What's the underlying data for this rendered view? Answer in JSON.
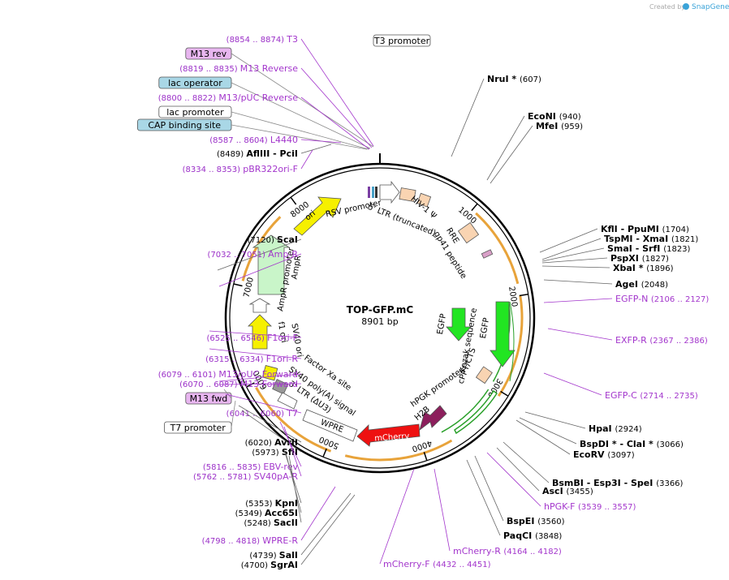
{
  "credit": "Created by",
  "brand": "SnapGene",
  "plasmid": {
    "name": "TOP-GFP.mC",
    "size": "8901 bp"
  },
  "map": {
    "total": 8901,
    "ticks": [
      "1000",
      "2000",
      "3000",
      "4000",
      "5000",
      "6000",
      "7000",
      "8000"
    ]
  },
  "colors": {
    "yellow": "#f6f000",
    "green": "#22e522",
    "red": "#ee1111",
    "magenta": "#8c1f5c",
    "peach": "#f9d4b2",
    "lightgreen": "#c9f5c9",
    "orange": "#e8a33a",
    "primer": "#a336cc"
  },
  "features": [
    {
      "label": "RSV promoter",
      "kind": "box"
    },
    {
      "label": "5' LTR (truncated)",
      "kind": "box"
    },
    {
      "label": "HIV-1 Ψ",
      "kind": "box"
    },
    {
      "label": "RRE",
      "kind": "box"
    },
    {
      "label": "gp41 peptide",
      "kind": "box"
    },
    {
      "label": "EGFP",
      "kind": "arrow"
    },
    {
      "label": "Kozak sequence",
      "kind": "text"
    },
    {
      "label": "EGFP",
      "kind": "arrow"
    },
    {
      "label": "cPPT/CTS",
      "kind": "box"
    },
    {
      "label": "hPGK promoter",
      "kind": "arrow"
    },
    {
      "label": "H2B",
      "kind": "arrow"
    },
    {
      "label": "mCherry",
      "kind": "arrow"
    },
    {
      "label": "WPRE",
      "kind": "box"
    },
    {
      "label": "3' LTR (ΔU3)",
      "kind": "box"
    },
    {
      "label": "SV40 poly(A) signal",
      "kind": "box"
    },
    {
      "label": "Factor Xa site",
      "kind": "text"
    },
    {
      "label": "SV40 ori",
      "kind": "arrow"
    },
    {
      "label": "f1 ori",
      "kind": "arrow"
    },
    {
      "label": "AmpR promoter",
      "kind": "arrow"
    },
    {
      "label": "AmpR",
      "kind": "arrow"
    },
    {
      "label": "ori",
      "kind": "arrow"
    }
  ],
  "left_labels": [
    {
      "range": "(8854 .. 8874)",
      "name": "T3",
      "style": "primer"
    },
    {
      "name": "M13 rev",
      "style": "purplebox"
    },
    {
      "range": "(8819 .. 8835)",
      "name": "M13 Reverse",
      "style": "primer"
    },
    {
      "name": "lac operator",
      "style": "bluebox"
    },
    {
      "range": "(8800 .. 8822)",
      "name": "M13/pUC Reverse",
      "style": "primer"
    },
    {
      "name": "lac promoter",
      "style": "whitebox"
    },
    {
      "name": "CAP binding site",
      "style": "bluebox"
    },
    {
      "range": "(8587 .. 8604)",
      "name": "L4440",
      "style": "primer"
    },
    {
      "range": "(8489)",
      "name": "AflIII - PciI",
      "style": "enzyme"
    },
    {
      "range": "(8334 .. 8353)",
      "name": "pBR322ori-F",
      "style": "primer"
    },
    {
      "range": "(7120)",
      "name": "ScaI",
      "style": "enzyme"
    },
    {
      "range": "(7032 .. 7051)",
      "name": "Amp-R",
      "style": "primer"
    },
    {
      "range": "(6525 .. 6546)",
      "name": "F1ori-F",
      "style": "primer"
    },
    {
      "range": "(6315 .. 6334)",
      "name": "F1ori-R",
      "style": "primer"
    },
    {
      "range": "(6079 .. 6101)",
      "name": "M13/pUC Forward",
      "style": "primer"
    },
    {
      "range": "(6070 .. 6087)",
      "name": "M13 Forward",
      "style": "primer"
    },
    {
      "name": "M13 fwd",
      "style": "purplebox"
    },
    {
      "range": "(6041 .. 6060)",
      "name": "T7",
      "style": "primer"
    },
    {
      "name": "T7 promoter",
      "style": "whitebox"
    },
    {
      "range": "(6020)",
      "name": "AvrII",
      "style": "enzyme"
    },
    {
      "range": "(5973)",
      "name": "SfiI",
      "style": "enzyme"
    },
    {
      "range": "(5816 .. 5835)",
      "name": "EBV-rev",
      "style": "primer"
    },
    {
      "range": "(5762 .. 5781)",
      "name": "SV40pA-R",
      "style": "primer"
    },
    {
      "range": "(5353)",
      "name": "KpnI",
      "style": "enzyme"
    },
    {
      "range": "(5349)",
      "name": "Acc65I",
      "style": "enzyme"
    },
    {
      "range": "(5248)",
      "name": "SacII",
      "style": "enzyme"
    },
    {
      "range": "(4798 .. 4818)",
      "name": "WPRE-R",
      "style": "primer"
    },
    {
      "range": "(4739)",
      "name": "SalI",
      "style": "enzyme"
    },
    {
      "range": "(4700)",
      "name": "SgrAI",
      "style": "enzyme"
    }
  ],
  "top_center_box": "T3 promoter",
  "right_labels": [
    {
      "name": "NruI *",
      "range": "(607)",
      "style": "enzyme"
    },
    {
      "name": "EcoNI",
      "range": "(940)",
      "style": "enzyme"
    },
    {
      "name": "MfeI",
      "range": "(959)",
      "style": "enzyme"
    },
    {
      "name": "KflI - PpuMI",
      "range": "(1704)",
      "style": "enzyme"
    },
    {
      "name": "TspMI - XmaI",
      "range": "(1821)",
      "style": "enzyme"
    },
    {
      "name": "SmaI - SrfI",
      "range": "(1823)",
      "style": "enzyme"
    },
    {
      "name": "PspXI",
      "range": "(1827)",
      "style": "enzyme"
    },
    {
      "name": "XbaI *",
      "range": "(1896)",
      "style": "enzyme"
    },
    {
      "name": "AgeI",
      "range": "(2048)",
      "style": "enzyme"
    },
    {
      "name": "EGFP-N",
      "range": "(2106 .. 2127)",
      "style": "primer"
    },
    {
      "name": "EXFP-R",
      "range": "(2367 .. 2386)",
      "style": "primer"
    },
    {
      "name": "EGFP-C",
      "range": "(2714 .. 2735)",
      "style": "primer"
    },
    {
      "name": "HpaI",
      "range": "(2924)",
      "style": "enzyme"
    },
    {
      "name": "BspDI * - ClaI *",
      "range": "(3066)",
      "style": "enzyme"
    },
    {
      "name": "EcoRV",
      "range": "(3097)",
      "style": "enzyme"
    },
    {
      "name": "BsmBI - Esp3I - SpeI",
      "range": "(3366)",
      "style": "enzyme"
    },
    {
      "name": "AscI",
      "range": "(3455)",
      "style": "enzyme"
    },
    {
      "name": "hPGK-F",
      "range": "(3539 .. 3557)",
      "style": "primer"
    },
    {
      "name": "BspEI",
      "range": "(3560)",
      "style": "enzyme"
    },
    {
      "name": "PaqCI",
      "range": "(3848)",
      "style": "enzyme"
    },
    {
      "name": "mCherry-R",
      "range": "(4164 .. 4182)",
      "style": "primer"
    },
    {
      "name": "mCherry-F",
      "range": "(4432 .. 4451)",
      "style": "primer"
    }
  ]
}
